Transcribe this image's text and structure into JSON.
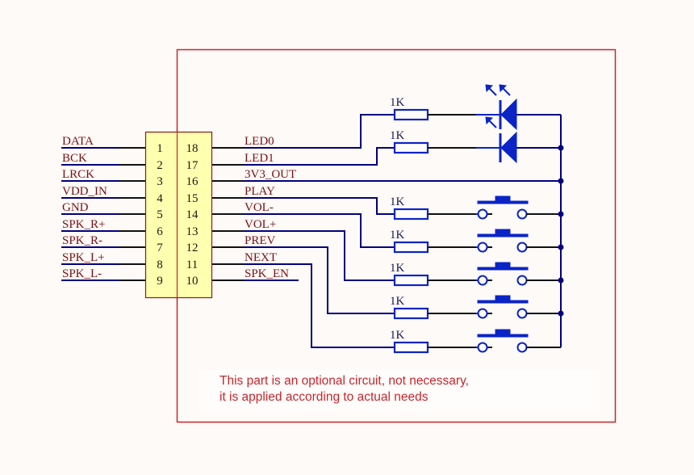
{
  "title": "Optional control circuit schematic",
  "colors": {
    "frame": "#c8262b",
    "connector_fill": "#ffffb0",
    "connector_border": "#8b1a1a",
    "wire": "#000080",
    "component": "#0a24c8",
    "net_label": "#7a0f14",
    "note_text": "#c8262b"
  },
  "connector": {
    "left_pins": [
      {
        "num": "1",
        "net": "DATA"
      },
      {
        "num": "2",
        "net": "BCK"
      },
      {
        "num": "3",
        "net": "LRCK"
      },
      {
        "num": "4",
        "net": "VDD_IN"
      },
      {
        "num": "5",
        "net": "GND"
      },
      {
        "num": "6",
        "net": "SPK_R+"
      },
      {
        "num": "7",
        "net": "SPK_R-"
      },
      {
        "num": "8",
        "net": "SPK_L+"
      },
      {
        "num": "9",
        "net": "SPK_L-"
      }
    ],
    "right_pins": [
      {
        "num": "18",
        "net": "LED0"
      },
      {
        "num": "17",
        "net": "LED1"
      },
      {
        "num": "16",
        "net": "3V3_OUT"
      },
      {
        "num": "15",
        "net": "PLAY"
      },
      {
        "num": "14",
        "net": "VOL-"
      },
      {
        "num": "13",
        "net": "VOL+"
      },
      {
        "num": "12",
        "net": "PREV"
      },
      {
        "num": "11",
        "net": "NEXT"
      },
      {
        "num": "10",
        "net": "SPK_EN"
      }
    ]
  },
  "led_branches": [
    {
      "net": "LED0",
      "resistor": "1K",
      "component": "LED"
    },
    {
      "net": "LED1",
      "resistor": "1K",
      "component": "LED"
    }
  ],
  "button_branches": [
    {
      "net": "PLAY",
      "resistor": "1K",
      "component": "push-button"
    },
    {
      "net": "VOL-",
      "resistor": "1K",
      "component": "push-button"
    },
    {
      "net": "VOL+",
      "resistor": "1K",
      "component": "push-button"
    },
    {
      "net": "PREV",
      "resistor": "1K",
      "component": "push-button"
    },
    {
      "net": "NEXT",
      "resistor": "1K",
      "component": "push-button"
    }
  ],
  "note": {
    "line1": "This part is an optional circuit, not necessary,",
    "line2": "it is applied according to actual needs"
  }
}
